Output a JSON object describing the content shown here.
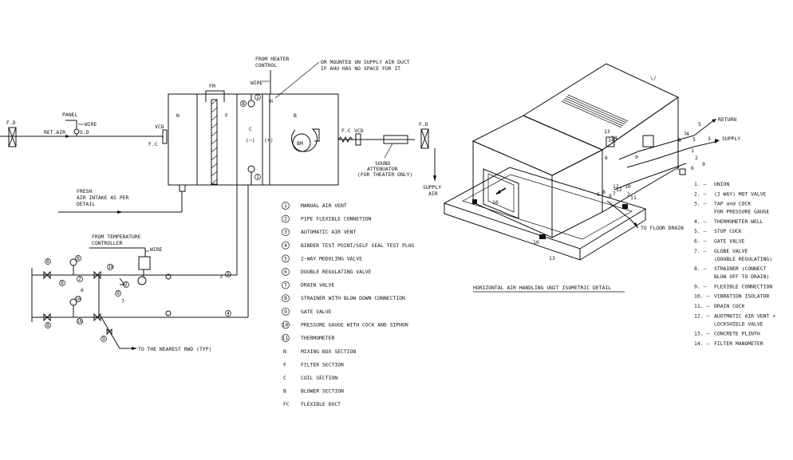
{
  "schematic": {
    "fd_left": "F.D",
    "panel": "PANEL",
    "wire_panel": "WIRE",
    "sd": "S.D",
    "ret_air": "RET.AIR",
    "vcd_left": "VCD",
    "fc_left": "F.C",
    "fm": "FM",
    "wire_top": "WIRE",
    "from_heater": [
      "FROM HEATER",
      "CONTROL"
    ],
    "or_mounted": [
      "OR MOUNTED ON SUPPLY AIR DUCT",
      "IF AHU HAS NO SPACE FOR IT"
    ],
    "sec_n": "N",
    "sec_f": "F",
    "sec_c": "C",
    "sec_minus": "(−)",
    "sec_plus": "(+)",
    "sec_h": "H",
    "sec_b": "B",
    "bm": "BM",
    "fc_right": "F.C",
    "vcd_right": "VCD",
    "sound_att": [
      "SOUND",
      "ATTENUATOR",
      "(FOR THEATER ONLY)"
    ],
    "fd_right": "F.D",
    "supply_air": [
      "SUPPLY",
      "AIR"
    ],
    "fresh_air": [
      "FRESH",
      "AIR INTAKE AS PER",
      "DETAIL"
    ],
    "from_temp": [
      "FROM TEMPERATURE",
      "CONTROLLER"
    ],
    "wire_valve": "WIRE",
    "to_rwd": "TO THE NEAREST RWD (TYP)",
    "coil_n1": "1",
    "coil_n2": "8",
    "coil_n3": "1",
    "pipe_n1": "8",
    "pipe_n2": "8",
    "pipe_n3": "2",
    "pipe_n4": "8",
    "pipe_n5": "10",
    "pipe_n6": "9",
    "pipe_n7": "3",
    "pipe_n8": "10",
    "pipe_n9": "8",
    "pipe_n10": "10",
    "pipe_n11": "9",
    "pipe_n12": "4",
    "pipe_n13": "2",
    "pipe_n14": "3",
    "pipe_n15": "6",
    "pipe_n16": "7"
  },
  "legend": [
    {
      "num": "1",
      "text": "MANUAL AIR VENT"
    },
    {
      "num": "2",
      "text": "PIPE FLEXIBLE CONNETION"
    },
    {
      "num": "3",
      "text": "AUTOMATIC AIR VENT"
    },
    {
      "num": "4",
      "text": "BINDER TEST POINT/SELF SEAL TEST PLUG"
    },
    {
      "num": "5",
      "text": "2-WAY MODULING VALVE"
    },
    {
      "num": "6",
      "text": "DOUBLE REGULATING VALVE"
    },
    {
      "num": "7",
      "text": "DRAIN VALVE"
    },
    {
      "num": "8",
      "text": "STRAINER WITH BLOW DOWN CONNECTION"
    },
    {
      "num": "9",
      "text": "GATE VALVE"
    },
    {
      "num": "10",
      "text": "PRESSURE GAUGE WITH COCK AND SIPHON"
    },
    {
      "num": "11",
      "text": "THERMOMETER"
    }
  ],
  "sections": [
    {
      "code": "N",
      "text": "MIXING BOX SECTION"
    },
    {
      "code": "F",
      "text": "FILTER SECTION"
    },
    {
      "code": "C",
      "text": "COIL SECTION"
    },
    {
      "code": "B",
      "text": "BLOWER SECTION"
    },
    {
      "code": "FC",
      "text": "FLEXIBLE DUCT"
    }
  ],
  "iso": {
    "caption": "HORIZONTAL AIR HANDLING UNIT ISOMETRIC DETAIL",
    "return": "RETURN",
    "supply": "SUPPLY",
    "floor_drain": "TO FLOOR DRAIN",
    "callouts": [
      "1",
      "2",
      "3",
      "4",
      "5",
      "6",
      "7",
      "8",
      "9",
      "10",
      "11",
      "12",
      "13",
      "14",
      "14",
      "10",
      "6",
      "8",
      "6",
      "9",
      "7",
      "8",
      "5",
      "2",
      "10",
      "13",
      "12",
      "2"
    ]
  },
  "iso_legend": [
    {
      "num": "1.",
      "text": "UNION"
    },
    {
      "num": "2.",
      "text": "(2 WAY) MOT VALVE"
    },
    {
      "num": "3.",
      "text": "TAP and COCK"
    },
    {
      "num": "",
      "text": "FOR PRESSURE GAUGE"
    },
    {
      "num": "4.",
      "text": "THERMOMETER WELL"
    },
    {
      "num": "5.",
      "text": "STOP COCK"
    },
    {
      "num": "6.",
      "text": "GATE VALVE"
    },
    {
      "num": "7.",
      "text": "GLOBE VALVE"
    },
    {
      "num": "",
      "text": "(DOUBLE REGULATING)"
    },
    {
      "num": "8.",
      "text": "STRAINER (CONNECT"
    },
    {
      "num": "",
      "text": "BLOW OFF TO DRAIN)"
    },
    {
      "num": "9.",
      "text": "FLEXIBLE CONNECTION"
    },
    {
      "num": "10.",
      "text": "VIBRATION ISOLATOR"
    },
    {
      "num": "11.",
      "text": "DRAIN COCK"
    },
    {
      "num": "12.",
      "text": "AUOTMATIC AIR VENT +"
    },
    {
      "num": "",
      "text": "LOCKSHIELD VALVE"
    },
    {
      "num": "13.",
      "text": "CONCRETE PLINTH"
    },
    {
      "num": "14.",
      "text": "FILTER MANOMETER"
    }
  ]
}
